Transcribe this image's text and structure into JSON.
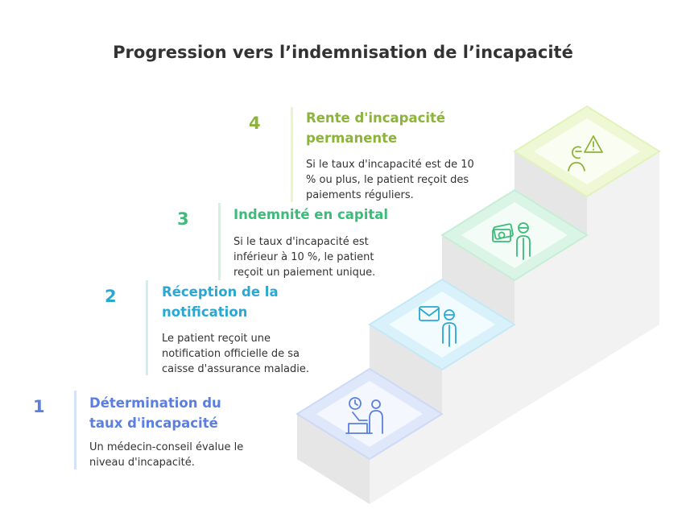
{
  "title": "Progression vers l’indemnisation de l’incapacité",
  "steps": [
    {
      "number": "1",
      "heading_line1": "Détermination du",
      "heading_line2": "taux d'incapacité",
      "desc_line1": "Un médecin-conseil évalue le",
      "desc_line2": "niveau d'incapacité.",
      "desc_line3": "",
      "icon": "doctor-consultation-icon"
    },
    {
      "number": "2",
      "heading_line1": "Réception de la",
      "heading_line2": "notification",
      "desc_line1": "Le patient reçoit une",
      "desc_line2": "notification officielle de sa",
      "desc_line3": "caisse d'assurance maladie.",
      "icon": "mail-person-icon"
    },
    {
      "number": "3",
      "heading_line1": "Indemnité en capital",
      "heading_line2": "",
      "desc_line1": "Si le taux d'incapacité est",
      "desc_line2": "inférieur à 10 %, le patient",
      "desc_line3": "reçoit un paiement unique.",
      "icon": "money-person-icon"
    },
    {
      "number": "4",
      "heading_line1": "Rente d'incapacité",
      "heading_line2": "permanente",
      "desc_line1": "Si le taux d'incapacité est de 10",
      "desc_line2": "% ou plus, le patient reçoit des",
      "desc_line3": "paiements réguliers.",
      "icon": "warning-person-icon"
    }
  ],
  "colors": {
    "step1": "#5b7fe0",
    "step2": "#2aa8d4",
    "step3": "#3cbb79",
    "step4": "#8db43a"
  }
}
